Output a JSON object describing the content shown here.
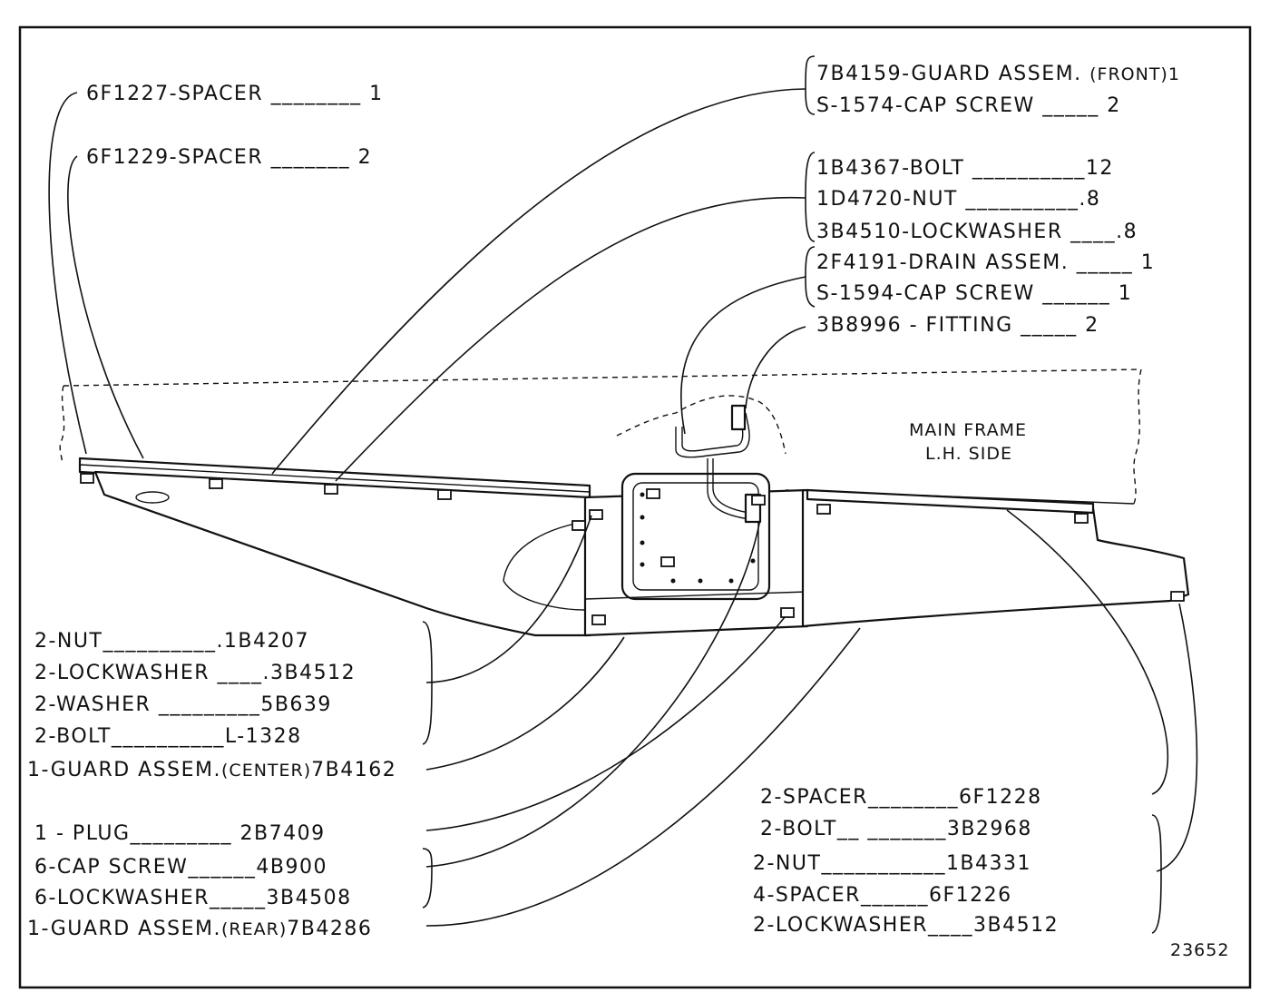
{
  "figure_number": "23652",
  "frame_label": {
    "line1": "MAIN FRAME",
    "line2": "L.H. SIDE"
  },
  "callouts_top_left": [
    {
      "part": "6F1227-SPACER",
      "dashes": "________",
      "qty": "1"
    },
    {
      "part": "6F1229-SPACER",
      "dashes": "_______",
      "qty": "2"
    }
  ],
  "group_front_guard": [
    {
      "part": "7B4159-GUARD ASSEM.",
      "dashes": "",
      "qty": "(FRONT)1"
    },
    {
      "part": "S-1574-CAP SCREW",
      "dashes": "_____",
      "qty": "2"
    }
  ],
  "group_bolts": [
    {
      "part": "1B4367-BOLT",
      "dashes": "__________",
      "qty": "12"
    },
    {
      "part": "1D4720-NUT",
      "dashes": "__________",
      "qty": ".8"
    },
    {
      "part": "3B4510-LOCKWASHER",
      "dashes": "____",
      "qty": ".8"
    }
  ],
  "group_drain": [
    {
      "part": "2F4191-DRAIN ASSEM.",
      "dashes": "_____",
      "qty": "1"
    },
    {
      "part": "S-1594-CAP  SCREW",
      "dashes": "______",
      "qty": "1"
    },
    {
      "part": "3B8996 - FITTING",
      "dashes": "_____",
      "qty": "2"
    }
  ],
  "group_left_hardware": [
    {
      "qty": "2-NUT",
      "dashes": "__________",
      "part": ".1B4207"
    },
    {
      "qty": "2-LOCKWASHER",
      "dashes": "____",
      "part": ".3B4512"
    },
    {
      "qty": "2-WASHER",
      "dashes": "_________",
      "part": "5B639"
    },
    {
      "qty": "2-BOLT",
      "dashes": "__________",
      "part": "L-1328"
    }
  ],
  "center_guard": {
    "qty": "1-GUARD ASSEM.",
    "note": "(CENTER)",
    "part": "7B4162"
  },
  "plug": {
    "qty": "1 - PLUG",
    "dashes": "_________",
    "part": "2B7409"
  },
  "group_cap_screws": [
    {
      "qty": "6-CAP SCREW",
      "dashes": "______",
      "part": "4B900"
    },
    {
      "qty": "6-LOCKWASHER",
      "dashes": "_____",
      "part": "3B4508"
    }
  ],
  "rear_guard": {
    "qty": "1-GUARD ASSEM.",
    "note": "(REAR)",
    "part": "7B4286"
  },
  "spacer_right": {
    "qty": "2-SPACER",
    "dashes": "________",
    "part": "6F1228"
  },
  "group_right_hardware": [
    {
      "qty": "2-BOLT",
      "dashes": "__ _______",
      "part": "3B2968"
    },
    {
      "qty": "2-NUT",
      "dashes": "___________",
      "part": "1B4331"
    },
    {
      "qty": "4-SPACER",
      "dashes": "______",
      "part": "6F1226"
    },
    {
      "qty": "2-LOCKWASHER",
      "dashes": "____",
      "part": "3B4512"
    }
  ]
}
